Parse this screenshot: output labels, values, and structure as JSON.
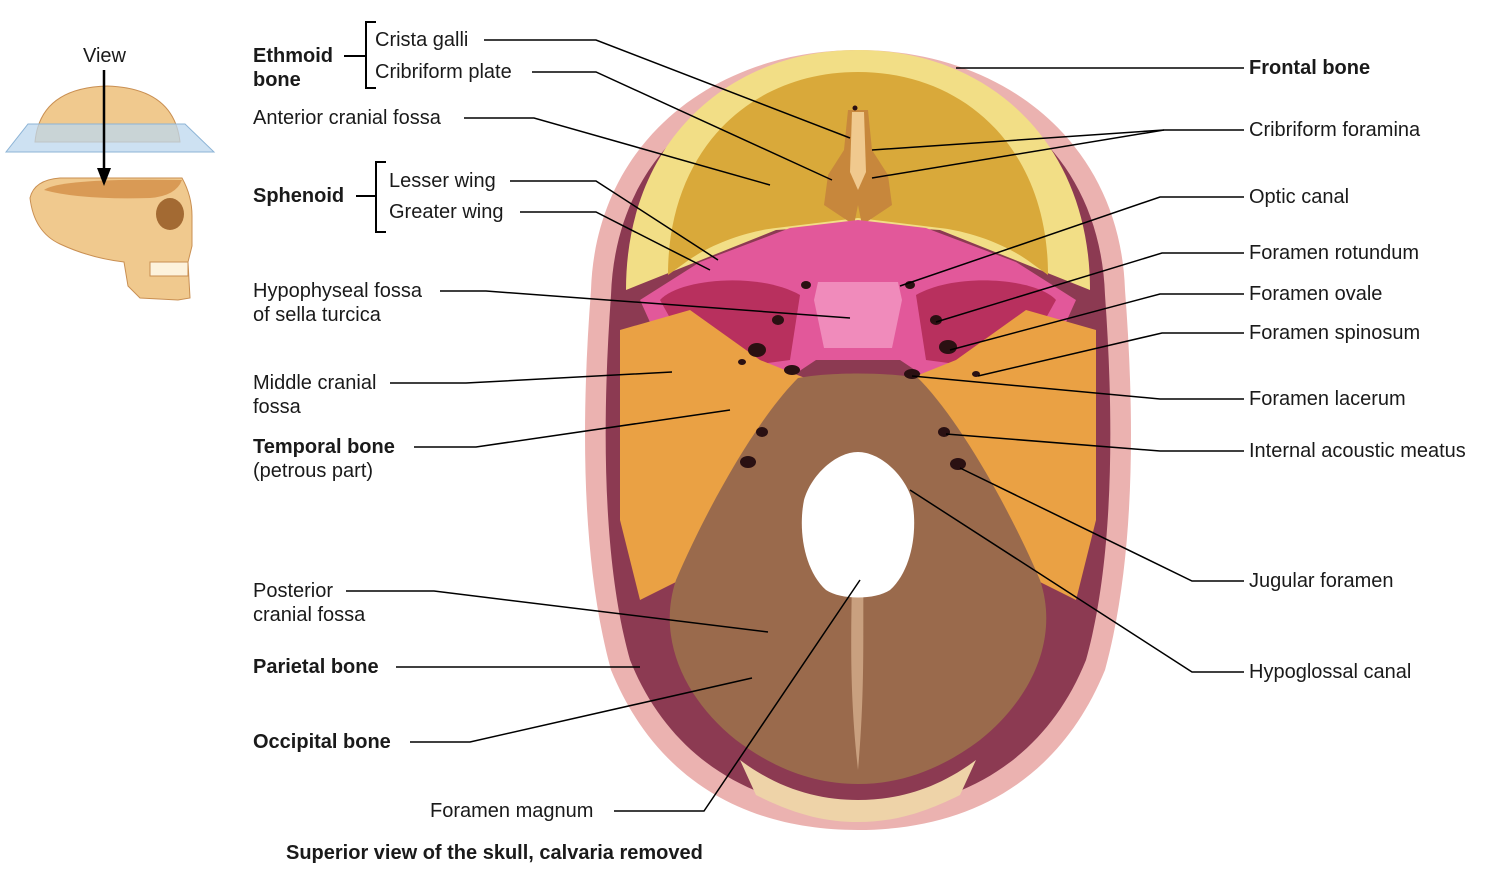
{
  "view_label": "View",
  "caption": "Superior view of the skull, calvaria removed",
  "left_labels": {
    "ethmoid_bone": [
      "Ethmoid",
      "bone"
    ],
    "crista_galli": "Crista galli",
    "cribriform_plate": "Cribriform plate",
    "anterior_cranial_fossa": "Anterior cranial fossa",
    "sphenoid": "Sphenoid",
    "lesser_wing": "Lesser wing",
    "greater_wing": "Greater wing",
    "hypophyseal_fossa": [
      "Hypophyseal fossa",
      "of sella turcica"
    ],
    "middle_cranial_fossa": [
      "Middle cranial",
      "fossa"
    ],
    "temporal_bone": "Temporal bone",
    "petrous_part": "(petrous part)",
    "posterior_cranial_fossa": [
      "Posterior",
      "cranial fossa"
    ],
    "parietal_bone": "Parietal bone",
    "occipital_bone": "Occipital bone",
    "foramen_magnum": "Foramen magnum"
  },
  "right_labels": {
    "frontal_bone": "Frontal bone",
    "cribriform_foramina": "Cribriform foramina",
    "optic_canal": "Optic canal",
    "foramen_rotundum": "Foramen rotundum",
    "foramen_ovale": "Foramen ovale",
    "foramen_spinosum": "Foramen spinosum",
    "foramen_lacerum": "Foramen lacerum",
    "internal_acoustic_meatus": "Internal acoustic meatus",
    "jugular_foramen": "Jugular foramen",
    "hypoglossal_canal": "Hypoglossal canal"
  },
  "colors": {
    "frontal": "#f2de86",
    "anterior_fossa": "#d9a93a",
    "sphenoid": "#e2589a",
    "sphenoid_dark": "#b8305e",
    "temporal": "#eaa144",
    "occipital": "#9a6a4c",
    "parietal_rim": "#ebb2b0",
    "parietal_inner": "#8c3a52",
    "ethmoid": "#c7873c",
    "skull_thumb": "#f0c98e"
  }
}
